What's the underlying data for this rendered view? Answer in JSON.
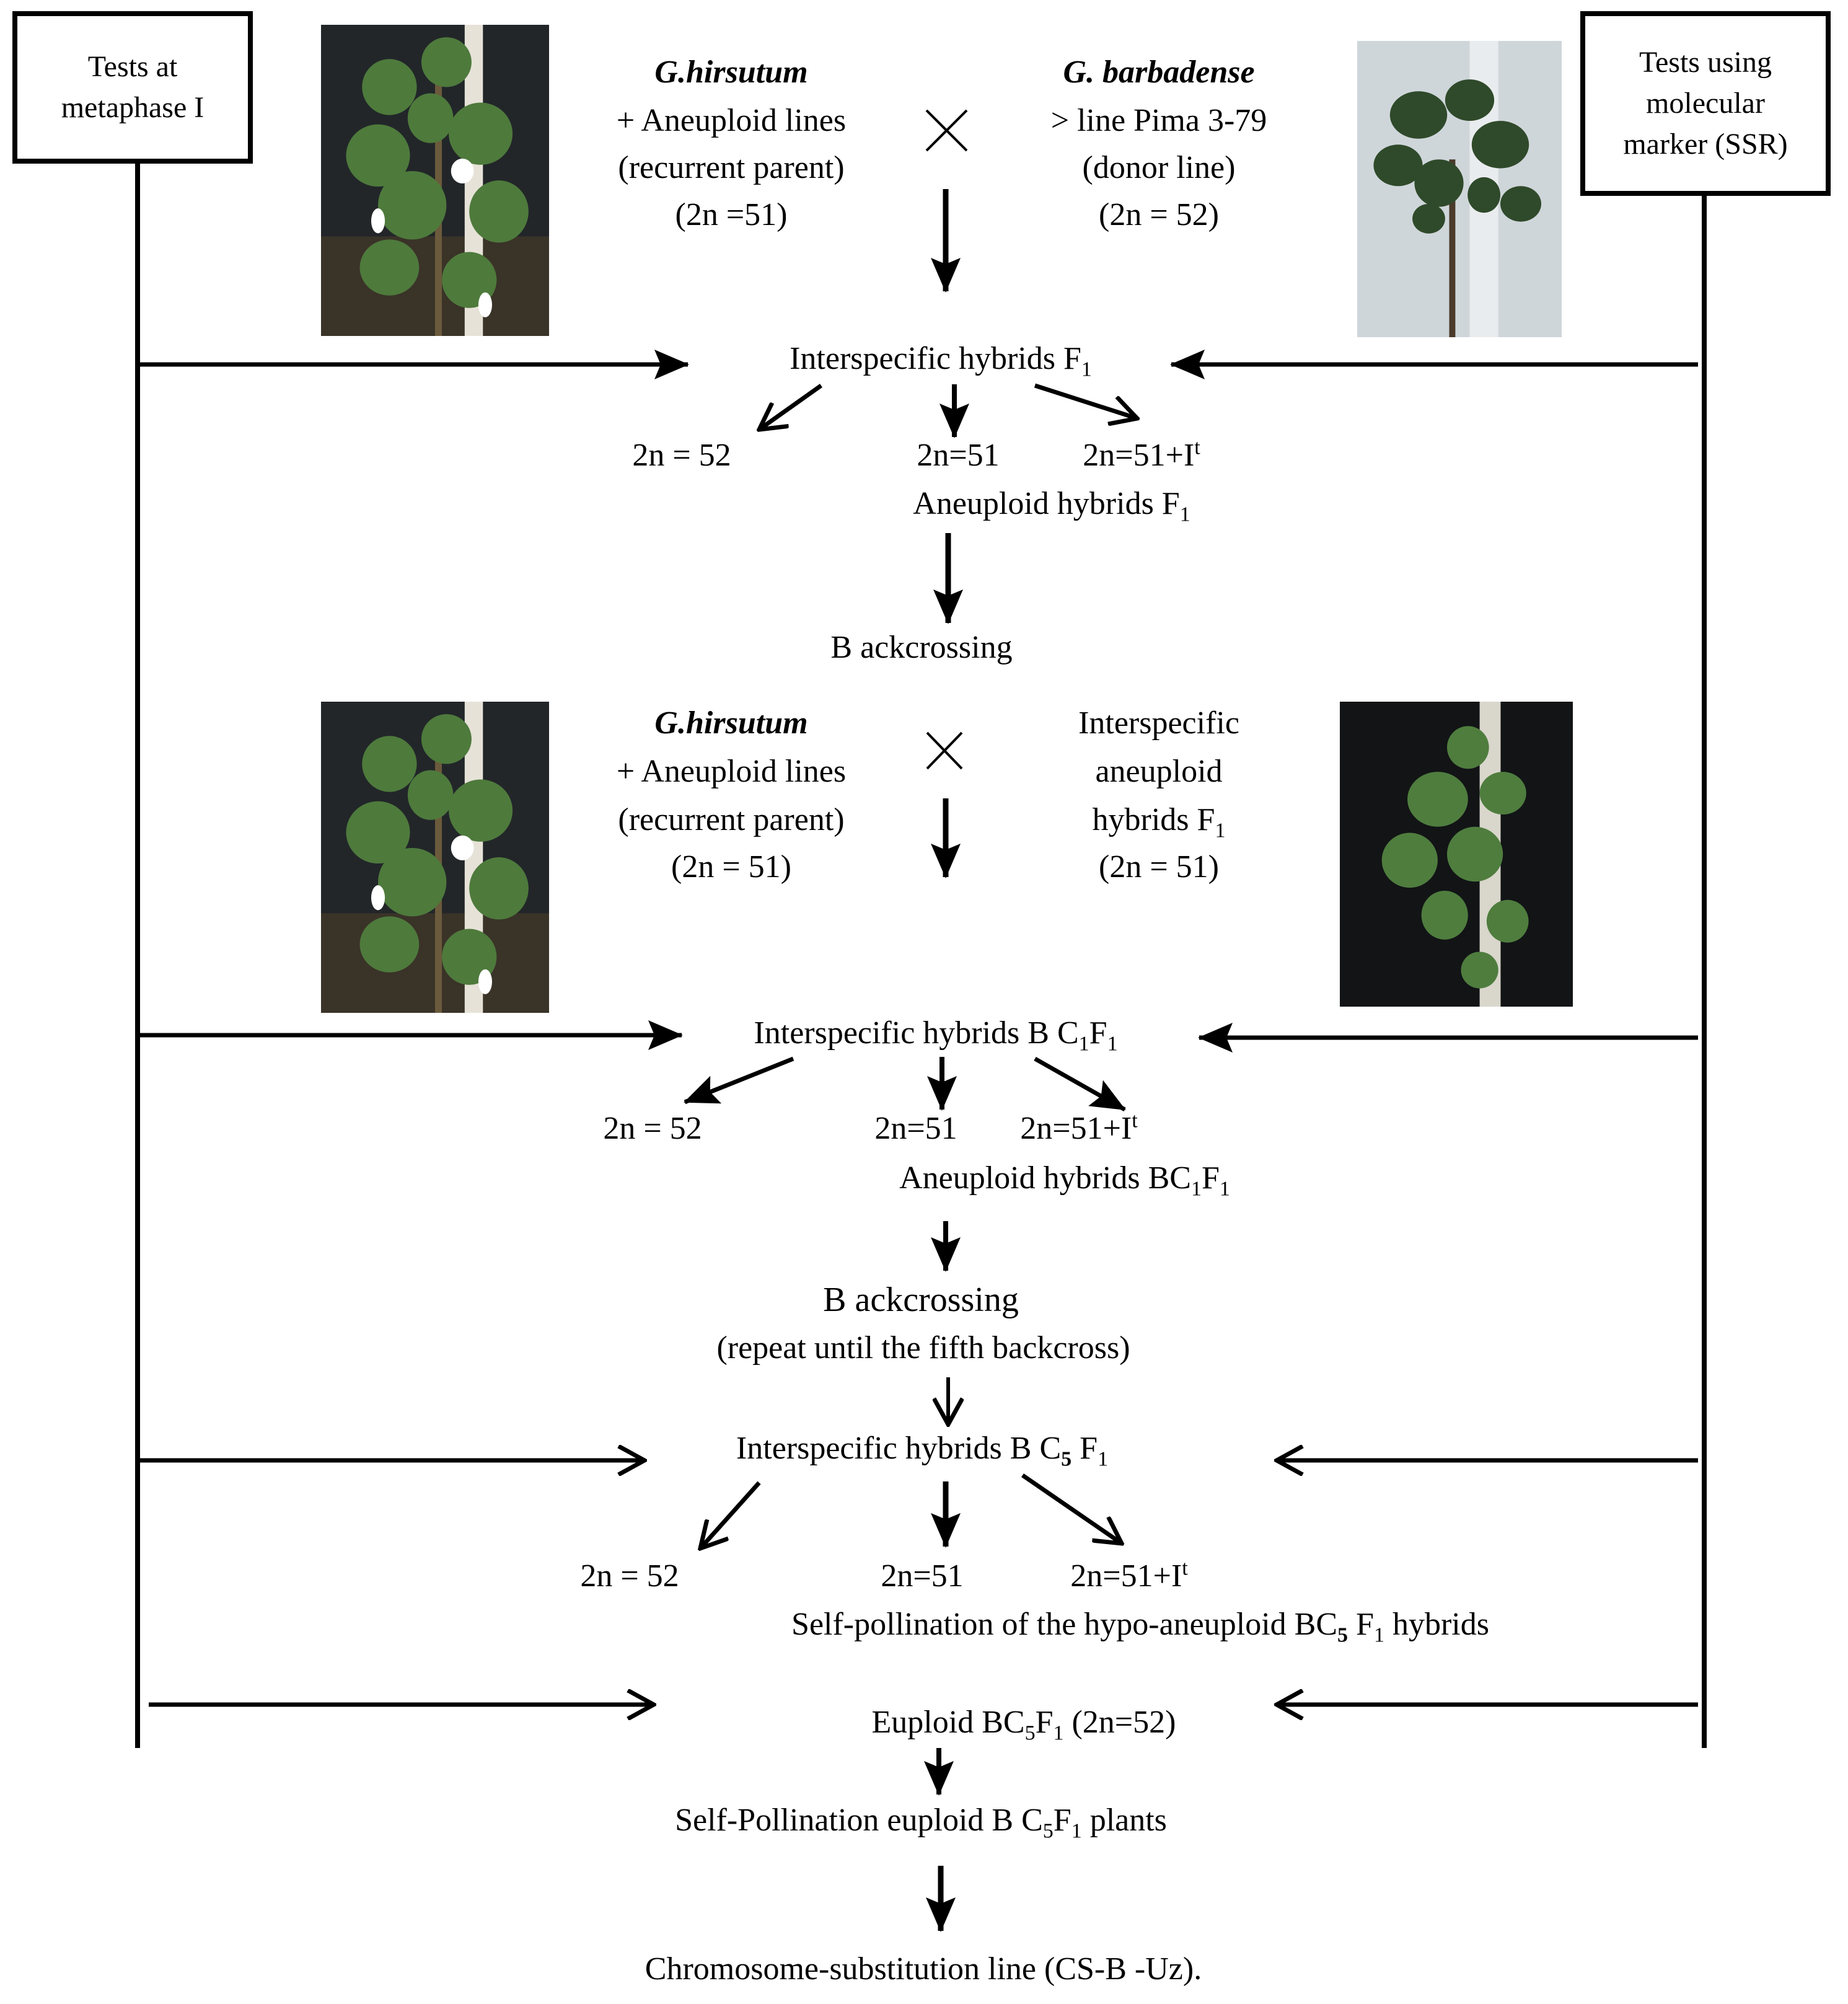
{
  "side_boxes": {
    "left": [
      "Tests at",
      "metaphase I"
    ],
    "right": [
      "Tests using",
      "molecular",
      "marker (SSR)"
    ]
  },
  "cross1": {
    "left_parent": {
      "name": "G.hirsutum",
      "line1": "+ Aneuploid lines",
      "line2": "(recurrent parent)",
      "line3": "(2n =51)"
    },
    "cross_symbol": "×",
    "right_parent": {
      "name": "G. barbadense",
      "line1": "> line Pima 3-79",
      "line2": "(donor line)",
      "line3": "(2n = 52)"
    }
  },
  "f1": {
    "title": "Interspecific hybrids F",
    "title_sub": "1",
    "out_left": "2n = 52",
    "out_mid": "2n=51",
    "out_right": "2n=51+I",
    "out_right_sup": "t",
    "aneuploid": "Aneuploid hybrids F",
    "aneuploid_sub": "1"
  },
  "backcross1": "B ackcrossing",
  "cross2": {
    "left_parent": {
      "name": "G.hirsutum",
      "line1": "+ Aneuploid lines",
      "line2": "(recurrent parent)",
      "line3": "(2n = 51)"
    },
    "cross_symbol": "×",
    "right_parent": {
      "line1": "Interspecific",
      "line2": "aneuploid",
      "line3": "hybrids F",
      "line3_sub": "1",
      "line4": "(2n = 51)"
    }
  },
  "bc1": {
    "title": "Interspecific hybrids B C",
    "title_sub1": "1",
    "title_mid": "F",
    "title_sub2": "1",
    "out_left": "2n = 52",
    "out_mid": "2n=51",
    "out_right": "2n=51+I",
    "out_right_sup": "t",
    "aneuploid": "Aneuploid hybrids BC",
    "aneuploid_sub1": "1",
    "aneuploid_mid": "F",
    "aneuploid_sub2": "1"
  },
  "backcross2": {
    "title": "B ackcrossing",
    "note": "(repeat until the fifth backcross)"
  },
  "bc5": {
    "title": "Interspecific hybrids B C",
    "title_sub1": "5",
    "title_mid": " F",
    "title_sub2": "1",
    "out_left": "2n = 52",
    "out_mid": "2n=51",
    "out_right": "2n=51+I",
    "out_right_sup": "t",
    "self_poll": "Self-pollination of the hypo-aneuploid BC",
    "self_poll_sub1": "5",
    "self_poll_mid": " F",
    "self_poll_sub2": "1",
    "self_poll_end": " hybrids"
  },
  "euploid": {
    "a": "Euploid BC",
    "sub1": "5",
    "b": "F",
    "sub2": "1",
    "c": " (2n=52)"
  },
  "self_euploid": {
    "a": "Self-Pollination euploid B C",
    "sub1": "5",
    "b": "F",
    "sub2": "1",
    "c": " plants"
  },
  "final": "Chromosome-substitution line (CS-B -Uz).",
  "photos": [
    "cotton-plant-photo",
    "cotton-plant-photo",
    "cotton-plant-photo",
    "cotton-plant-photo"
  ],
  "colors": {
    "line": "#000000",
    "background": "#ffffff",
    "foliage": "#3f6b34",
    "photo_bg": "#1b1f22"
  }
}
